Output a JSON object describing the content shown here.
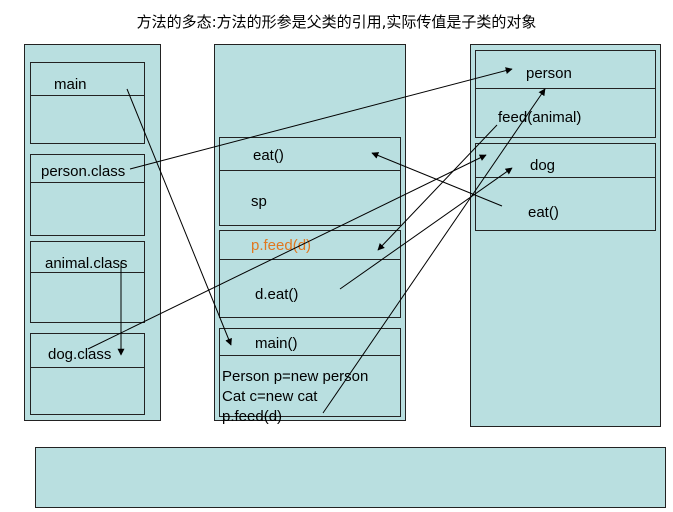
{
  "title": "方法的多态:方法的形参是父类的引用,实际传值是子类的对象",
  "left": {
    "main": "main",
    "person_class": "person.class",
    "animal_class": "animal.class",
    "dog_class": "dog.class"
  },
  "middle": {
    "eat": "eat()",
    "sp": "sp",
    "pfeed": "p.feed(d)",
    "deat": "d.eat()",
    "main": "main()",
    "code1": "Person p=new person",
    "code2": "Cat c=new cat",
    "code3": "p.feed(d)"
  },
  "right": {
    "person": "person",
    "feed": "feed(animal)",
    "dog": "dog",
    "eat": "eat()"
  },
  "colors": {
    "panel": "#b9dfe0",
    "highlight": "#e07820"
  }
}
